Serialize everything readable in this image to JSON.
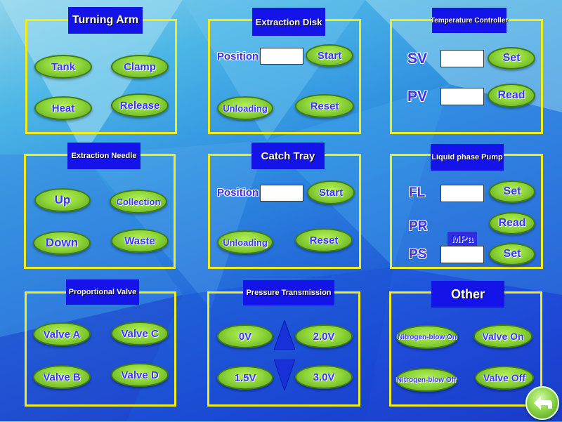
{
  "turning_arm": {
    "title": "Turning Arm",
    "tank": "Tank",
    "clamp": "Clamp",
    "heat": "Heat",
    "release": "Release"
  },
  "extraction_disk": {
    "title": "Extraction Disk",
    "position_label": "Position",
    "position_value": "",
    "start": "Start",
    "unloading": "Unloading",
    "reset": "Reset"
  },
  "temperature_controller": {
    "title": "Temperature Controller",
    "sv_label": "SV",
    "sv_value": "",
    "set": "Set",
    "pv_label": "PV",
    "pv_value": "",
    "read": "Read"
  },
  "extraction_needle": {
    "title": "Extraction Needle",
    "up": "Up",
    "collection": "Collection",
    "down": "Down",
    "waste": "Waste"
  },
  "catch_tray": {
    "title": "Catch Tray",
    "position_label": "Position",
    "position_value": "",
    "start": "Start",
    "unloading": "Unloading",
    "reset": "Reset"
  },
  "liquid_phase_pump": {
    "title": "Liquid phase Pump",
    "fl_label": "FL",
    "fl_value": "",
    "fl_set": "Set",
    "pr_label": "PR",
    "read": "Read",
    "unit": "MPa",
    "ps_label": "PS",
    "ps_value": "",
    "ps_set": "Set"
  },
  "proportional_valve": {
    "title": "Proportional Valve",
    "valve_a": "Valve A",
    "valve_c": "Valve C",
    "valve_b": "Valve B",
    "valve_d": "Valve D"
  },
  "pressure_transmission": {
    "title": "Pressure Transmission",
    "v0": "0V",
    "v20": "2.0V",
    "v15": "1.5V",
    "v30": "3.0V"
  },
  "other": {
    "title": "Other",
    "nitrogen_on": "Nitrogen-blow On",
    "valve_on": "Valve On",
    "nitrogen_off": "Nitrogen-blow Off",
    "valve_off": "Valve Off"
  },
  "icons": {
    "back": "back-arrow-icon",
    "up": "up-triangle-icon",
    "down": "down-triangle-icon"
  },
  "colors": {
    "panel_border": "#f2ec1a",
    "title_bg": "#1414e8",
    "button_green": "#8fd73a",
    "label_text": "#3a2ff0"
  }
}
